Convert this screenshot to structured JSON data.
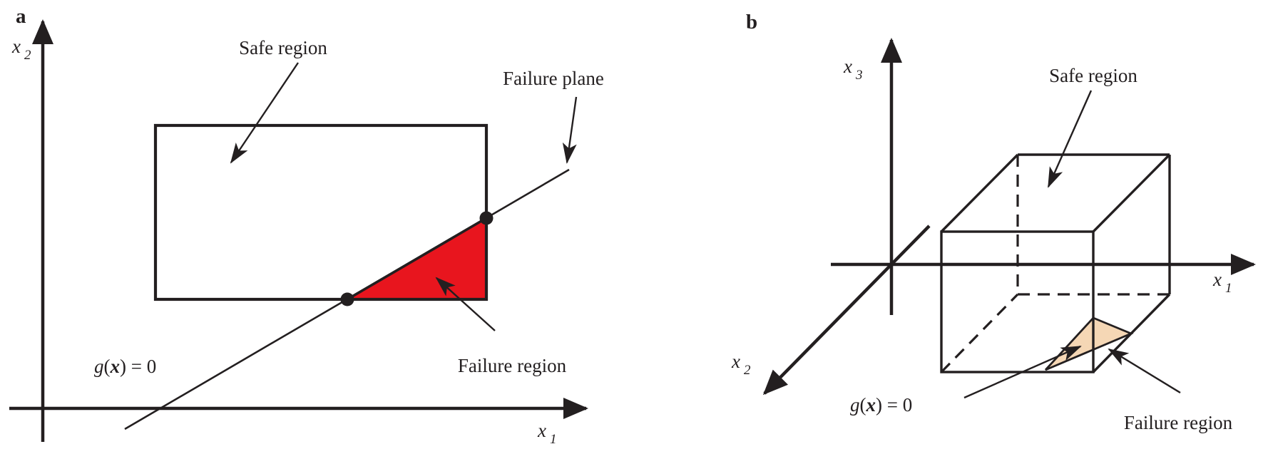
{
  "figure": {
    "description": "Safe region and failure region diagram",
    "colors": {
      "line": "#231f20",
      "failure_red": "#e8151e",
      "failure_peach": "#f5d7b5",
      "background": "#ffffff"
    },
    "panel_a": {
      "tag": "a",
      "safe_region_label": "Safe region",
      "failure_plane_label": "Failure plane",
      "failure_region_label": "Failure region",
      "limit_state": {
        "g": "g",
        "open": "(",
        "x": "x",
        "rest": ") = 0"
      },
      "axes": {
        "x": {
          "base": "x",
          "sub": "1"
        },
        "y": {
          "base": "x",
          "sub": "2"
        }
      }
    },
    "panel_b": {
      "tag": "b",
      "safe_region_label": "Safe region",
      "failure_region_label": "Failure region",
      "limit_state": {
        "g": "g",
        "open": "(",
        "x": "x",
        "rest": ") = 0"
      },
      "axes": {
        "x1": {
          "base": "x",
          "sub": "1"
        },
        "x2": {
          "base": "x",
          "sub": "2"
        },
        "x3": {
          "base": "x",
          "sub": "3"
        }
      }
    }
  }
}
